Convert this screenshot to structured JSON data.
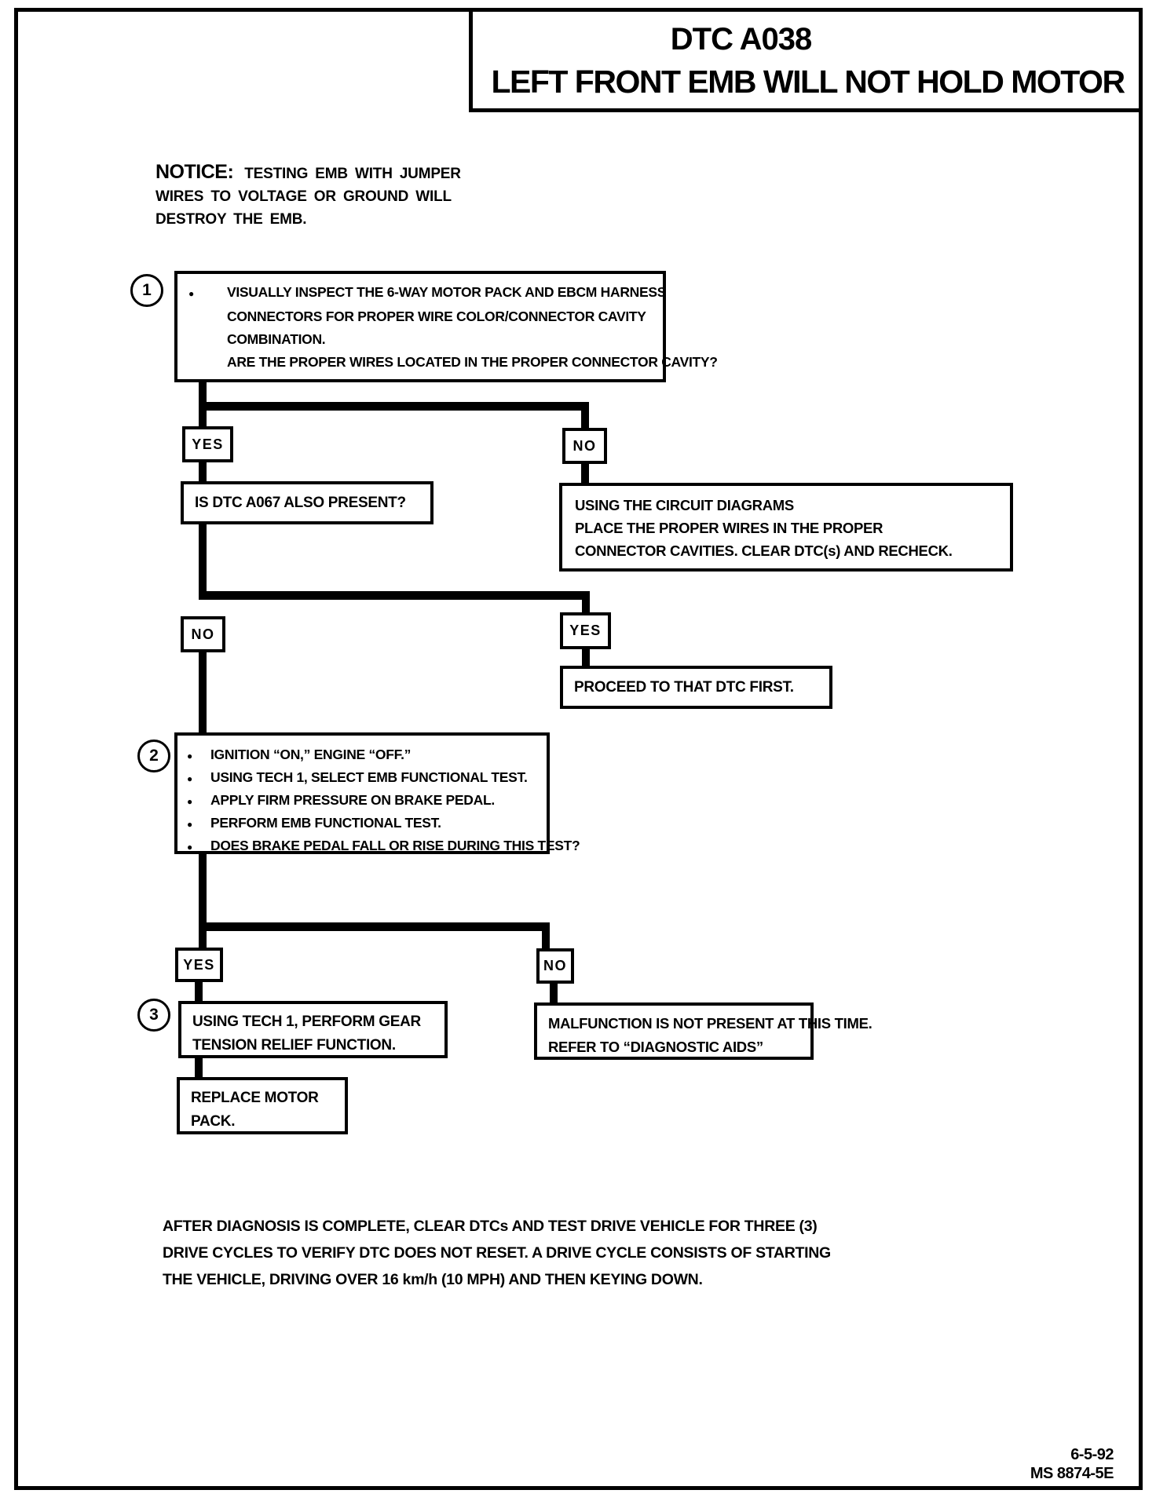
{
  "labels": {
    "yes": "YES",
    "no": "NO"
  },
  "header": {
    "code": "DTC A038",
    "title": "LEFT FRONT EMB WILL NOT HOLD MOTOR"
  },
  "notice": {
    "label": "NOTICE:",
    "line1": "TESTING EMB WITH JUMPER",
    "line2": "WIRES TO VOLTAGE OR GROUND WILL",
    "line3": "DESTROY THE EMB."
  },
  "steps": {
    "step1": {
      "number": "1",
      "lines": [
        "VISUALLY INSPECT THE 6-WAY MOTOR PACK AND EBCM HARNESS",
        "CONNECTORS FOR PROPER WIRE COLOR/CONNECTOR CAVITY",
        "COMBINATION.",
        "ARE THE PROPER WIRES LOCATED IN THE PROPER CONNECTOR CAVITY?"
      ]
    },
    "dtc_question": "IS DTC A067 ALSO PRESENT?",
    "circuit_fix": {
      "line1": "USING THE CIRCUIT DIAGRAMS",
      "line2": "PLACE THE PROPER WIRES IN THE PROPER",
      "line3": "CONNECTOR CAVITIES.  CLEAR DTC(s) AND RECHECK."
    },
    "proceed": "PROCEED TO THAT DTC FIRST.",
    "step2": {
      "number": "2",
      "bullets": [
        "IGNITION “ON,” ENGINE “OFF.”",
        "USING TECH 1, SELECT EMB FUNCTIONAL TEST.",
        "APPLY FIRM PRESSURE ON BRAKE PEDAL.",
        "PERFORM EMB FUNCTIONAL TEST.",
        "DOES BRAKE PEDAL FALL OR RISE DURING THIS TEST?"
      ]
    },
    "step3": {
      "number": "3",
      "line1": "USING TECH 1, PERFORM GEAR",
      "line2": "TENSION RELIEF FUNCTION."
    },
    "malfunction": {
      "line1": "MALFUNCTION IS NOT PRESENT AT THIS TIME.",
      "line2": "REFER TO “DIAGNOSTIC AIDS”"
    },
    "replace": {
      "line1": "REPLACE MOTOR",
      "line2": "PACK."
    }
  },
  "bottom_note": {
    "line1": "AFTER DIAGNOSIS IS COMPLETE, CLEAR DTCs AND TEST DRIVE VEHICLE FOR THREE (3)",
    "line2": "DRIVE CYCLES TO VERIFY DTC DOES NOT RESET.  A DRIVE CYCLE CONSISTS OF STARTING",
    "line3": "THE VEHICLE, DRIVING OVER 16 km/h (10 MPH) AND THEN KEYING DOWN."
  },
  "footer_ref": {
    "date": "6-5-92",
    "doc": "MS 8874-5E"
  }
}
